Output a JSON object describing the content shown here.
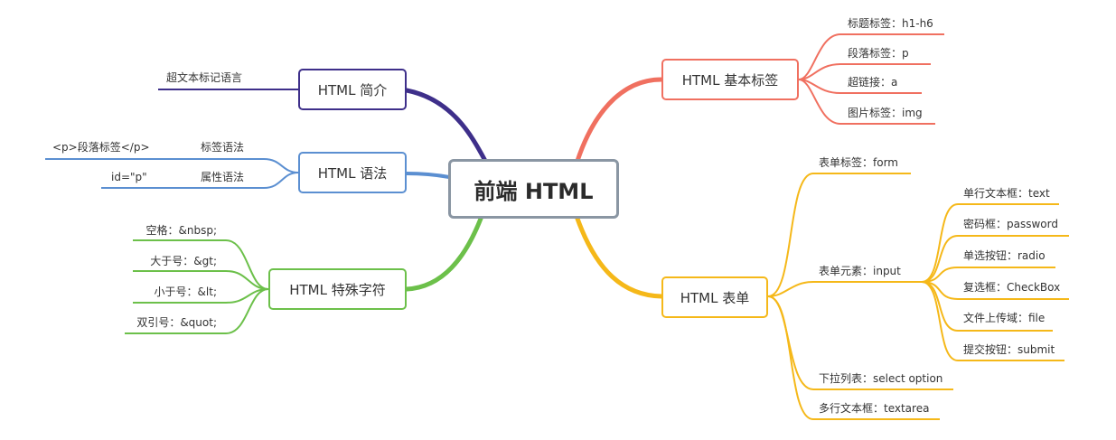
{
  "root": {
    "label": "前端 HTML"
  },
  "colors": {
    "root_border": "#8a96a3",
    "intro": "#3e2f8a",
    "syntax": "#5b8fd1",
    "special": "#6cc04a",
    "basic": "#f07060",
    "form": "#f5b819"
  },
  "branches": {
    "intro": {
      "label": "HTML 简介",
      "children": [
        "超文本标记语言"
      ]
    },
    "syntax": {
      "label": "HTML 语法",
      "children": [
        {
          "label": "标签语法",
          "example": "<p>段落标签</p>"
        },
        {
          "label": "属性语法",
          "example": "id=\"p\""
        }
      ]
    },
    "special": {
      "label": "HTML 特殊字符",
      "children": [
        "空格：&nbsp;",
        "大于号：&gt;",
        "小于号：&lt;",
        "双引号：&quot;"
      ]
    },
    "basic": {
      "label": "HTML 基本标签",
      "children": [
        "标题标签：h1-h6",
        "段落标签：p",
        "超链接：a",
        "图片标签：img"
      ]
    },
    "form": {
      "label": "HTML 表单",
      "children": [
        {
          "label": "表单标签：form"
        },
        {
          "label": "表单元素：input",
          "children": [
            "单行文本框：text",
            "密码框：password",
            "单选按钮：radio",
            "复选框：CheckBox",
            "文件上传域：file",
            "提交按钮：submit"
          ]
        },
        {
          "label": "下拉列表：select option"
        },
        {
          "label": "多行文本框：textarea"
        }
      ]
    }
  }
}
